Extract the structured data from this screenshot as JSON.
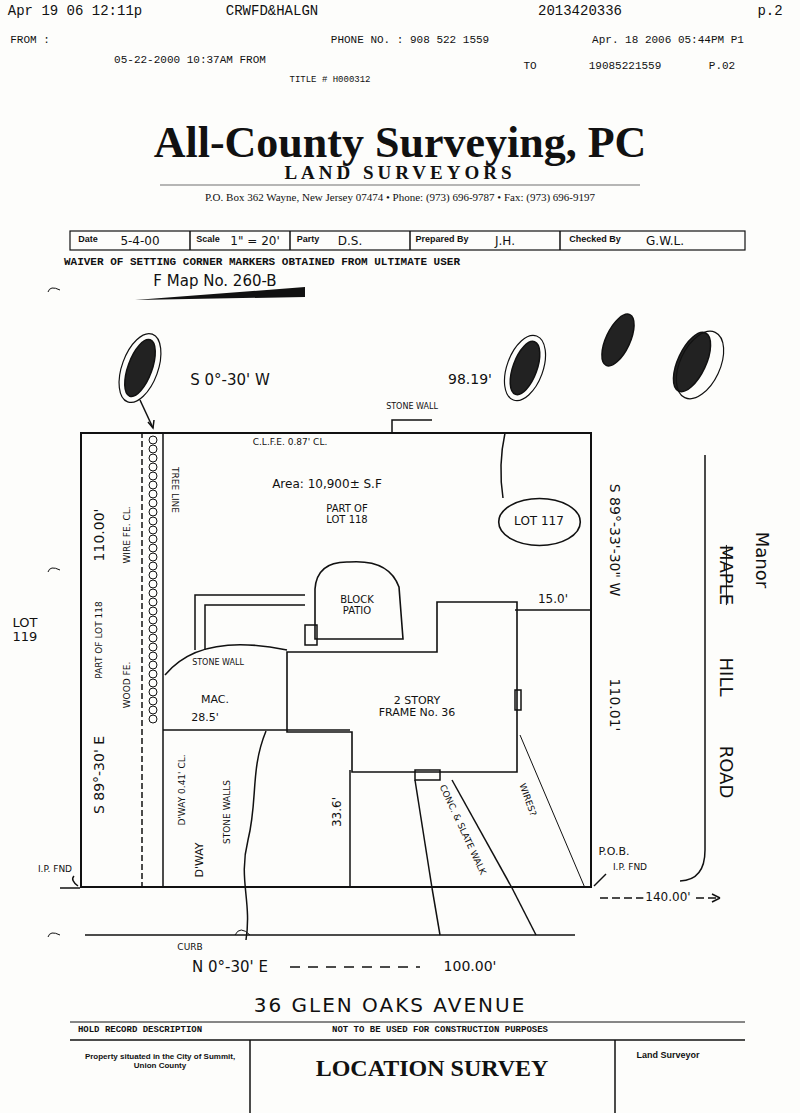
{
  "diagram": {
    "title": "All-County Surveying, PC",
    "caption": "LOCATION SURVEY",
    "nodes": [
      {
        "text": [
          "Area: 10,900± S.F",
          "PART OF LOT 118"
        ]
      },
      {
        "text": [
          "BLOCK PATIO"
        ],
        "in": 0
      },
      {
        "text": [
          "2 STORY FRAME No. 36"
        ],
        "in": 0
      },
      {
        "text": [
          "LOT 117"
        ],
        "in": 0
      }
    ],
    "labels": [
      "Apr 19 06 12:11p",
      "CRWFD&HALGN",
      "2013420336",
      "p.2",
      "FROM :",
      "PHONE NO. : 908 522 1559",
      "Apr. 18 2006 05:44PM P1",
      "05-22-2000 10:37AM FROM",
      "TO",
      "19085221559",
      "P.02",
      "TITLE # H000312",
      "LAND SURVEYORS",
      "P.O. Box 362 Wayne, New Jersey 07474 • Phone: (973) 696-9787 • Fax: (973) 696-9197",
      "Date",
      "5-4-00",
      "Scale",
      "1\" = 20'",
      "Party",
      "D.S.",
      "Prepared By",
      "J.H.",
      "Checked By",
      "G.W.L.",
      "WAIVER OF SETTING CORNER MARKERS OBTAINED FROM ULTIMATE USER",
      "F Map No. 260-B",
      "S 0°-30' W",
      "98.19'",
      "STONE WALL",
      "C.L.F.E. 0.87' CL.",
      "TREE LINE",
      "110.00'",
      "WIRE FE. CL.",
      "PART OF LOT 118",
      "WOOD FE.",
      "S 89°-30' E",
      "LOT 119",
      "STONE WALL",
      "MAC.",
      "28.5'",
      "D'WAY 0.41' CL.",
      "D'WAY",
      "STONE WALLS",
      "33.6'",
      "CONC. & SLATE WALK",
      "WIRES?",
      "15.0'",
      "S 89°-33'-30\" W",
      "110.01'",
      "Manor",
      "MAPLE",
      "HILL",
      "ROAD",
      "P.O.B.",
      "I.P. FND",
      "140.00'",
      "I.P. FND",
      "CURB",
      "N 0°-30' E",
      "100.00'",
      "36 GLEN OAKS AVENUE",
      "HOLD RECORD DESCRIPTION",
      "NOT TO BE USED FOR CONSTRUCTION PURPOSES",
      "Property situated in the City of Summit, Union County",
      "Land Surveyor"
    ]
  }
}
